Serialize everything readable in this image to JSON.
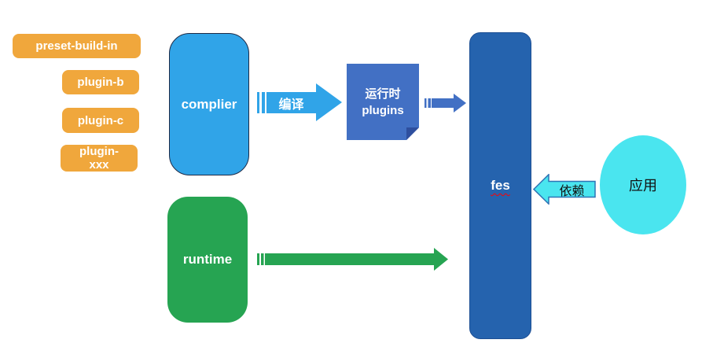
{
  "colors": {
    "chip_orange": "#F0A73C",
    "compiler_blue": "#30A4E8",
    "note_blue": "#4270C4",
    "note_fold_blue": "#2E4F9E",
    "fes_blue": "#2563AE",
    "runtime_green": "#26A452",
    "app_cyan": "#4AE5EF",
    "depend_border": "#2E75B6"
  },
  "stack": {
    "items": [
      {
        "label": "preset-build-in"
      },
      {
        "label": "plugin-b"
      },
      {
        "label": "plugin-c"
      },
      {
        "label": "plugin-xxx"
      }
    ]
  },
  "compiler": {
    "label": "complier"
  },
  "compile_arrow": {
    "label": "编译"
  },
  "runtime_plugins_note": {
    "line1": "运行时",
    "line2": "plugins"
  },
  "fes": {
    "label": "fes"
  },
  "runtime": {
    "label": "runtime"
  },
  "depend_arrow": {
    "label": "依赖"
  },
  "app": {
    "label": "应用"
  }
}
